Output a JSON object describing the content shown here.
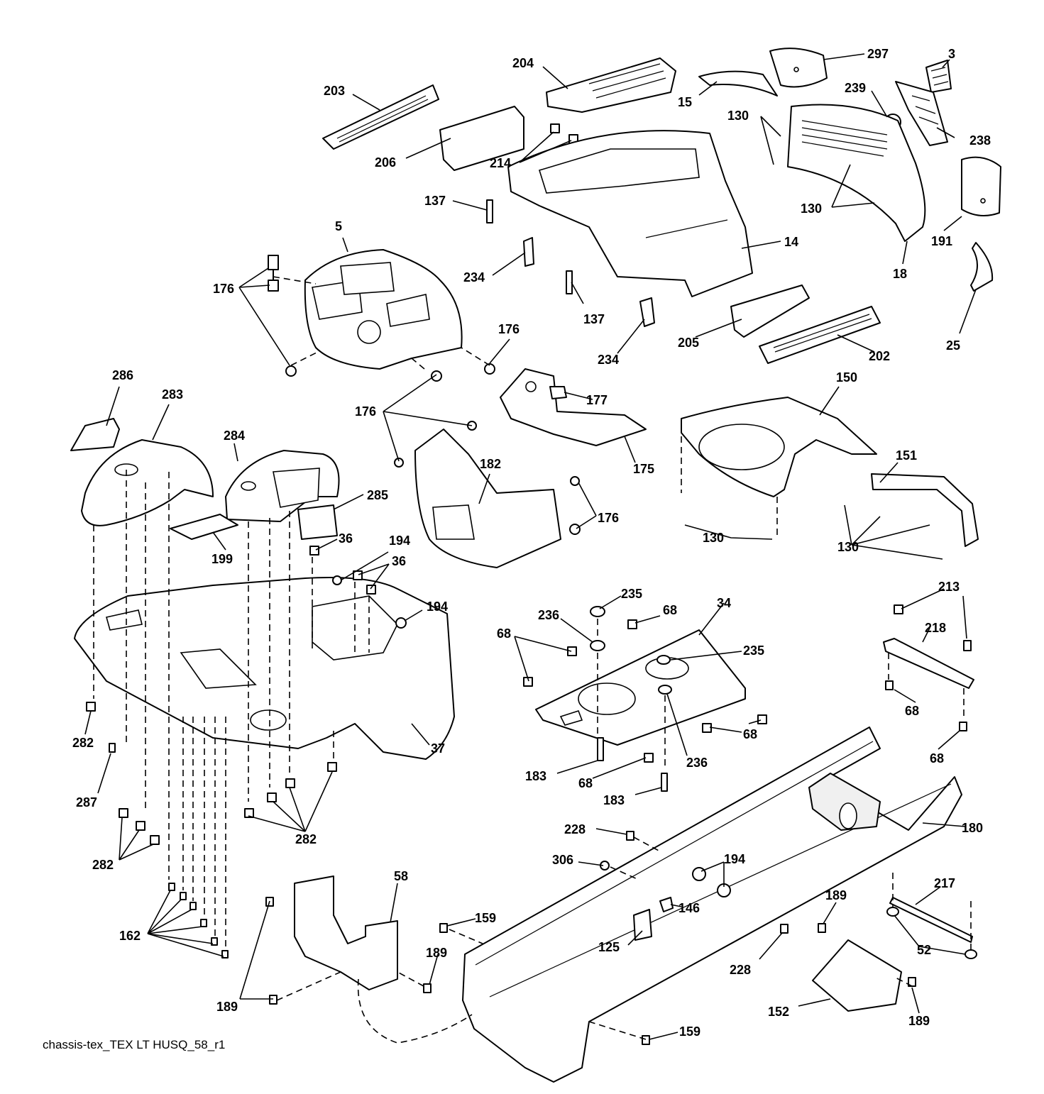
{
  "caption": "chassis-tex_TEX LT HUSQ_58_r1",
  "callouts": [
    {
      "id": "c297",
      "text": "297"
    },
    {
      "id": "c3",
      "text": "3"
    },
    {
      "id": "c204",
      "text": "204"
    },
    {
      "id": "c203",
      "text": "203"
    },
    {
      "id": "c15",
      "text": "15"
    },
    {
      "id": "c239",
      "text": "239"
    },
    {
      "id": "c130a",
      "text": "130"
    },
    {
      "id": "c238",
      "text": "238"
    },
    {
      "id": "c206",
      "text": "206"
    },
    {
      "id": "c214",
      "text": "214"
    },
    {
      "id": "c137a",
      "text": "137"
    },
    {
      "id": "c130b",
      "text": "130"
    },
    {
      "id": "c5",
      "text": "5"
    },
    {
      "id": "c14",
      "text": "14"
    },
    {
      "id": "c191",
      "text": "191"
    },
    {
      "id": "c18",
      "text": "18"
    },
    {
      "id": "c176a",
      "text": "176"
    },
    {
      "id": "c234a",
      "text": "234"
    },
    {
      "id": "c137b",
      "text": "137"
    },
    {
      "id": "c176b",
      "text": "176"
    },
    {
      "id": "c205",
      "text": "205"
    },
    {
      "id": "c202",
      "text": "202"
    },
    {
      "id": "c25",
      "text": "25"
    },
    {
      "id": "c234b",
      "text": "234"
    },
    {
      "id": "c286",
      "text": "286"
    },
    {
      "id": "c283",
      "text": "283"
    },
    {
      "id": "c150",
      "text": "150"
    },
    {
      "id": "c177",
      "text": "177"
    },
    {
      "id": "c176c",
      "text": "176"
    },
    {
      "id": "c284",
      "text": "284"
    },
    {
      "id": "c151",
      "text": "151"
    },
    {
      "id": "c175",
      "text": "175"
    },
    {
      "id": "c182",
      "text": "182"
    },
    {
      "id": "c285",
      "text": "285"
    },
    {
      "id": "c176d",
      "text": "176"
    },
    {
      "id": "c194a",
      "text": "194"
    },
    {
      "id": "c36a",
      "text": "36"
    },
    {
      "id": "c130c",
      "text": "130"
    },
    {
      "id": "c130d",
      "text": "130"
    },
    {
      "id": "c199",
      "text": "199"
    },
    {
      "id": "c36b",
      "text": "36"
    },
    {
      "id": "c213",
      "text": "213"
    },
    {
      "id": "c235a",
      "text": "235"
    },
    {
      "id": "c34",
      "text": "34"
    },
    {
      "id": "c194b",
      "text": "194"
    },
    {
      "id": "c236a",
      "text": "236"
    },
    {
      "id": "c68a",
      "text": "68"
    },
    {
      "id": "c218",
      "text": "218"
    },
    {
      "id": "c68b",
      "text": "68"
    },
    {
      "id": "c235b",
      "text": "235"
    },
    {
      "id": "c68c",
      "text": "68"
    },
    {
      "id": "c68d",
      "text": "68"
    },
    {
      "id": "c282a",
      "text": "282"
    },
    {
      "id": "c37",
      "text": "37"
    },
    {
      "id": "c236b",
      "text": "236"
    },
    {
      "id": "c68e",
      "text": "68"
    },
    {
      "id": "c183a",
      "text": "183"
    },
    {
      "id": "c68f",
      "text": "68"
    },
    {
      "id": "c287",
      "text": "287"
    },
    {
      "id": "c183b",
      "text": "183"
    },
    {
      "id": "c228a",
      "text": "228"
    },
    {
      "id": "c180",
      "text": "180"
    },
    {
      "id": "c282b",
      "text": "282"
    },
    {
      "id": "c282c",
      "text": "282"
    },
    {
      "id": "c306",
      "text": "306"
    },
    {
      "id": "c194c",
      "text": "194"
    },
    {
      "id": "c58",
      "text": "58"
    },
    {
      "id": "c217",
      "text": "217"
    },
    {
      "id": "c189a",
      "text": "189"
    },
    {
      "id": "c146",
      "text": "146"
    },
    {
      "id": "c159a",
      "text": "159"
    },
    {
      "id": "c162",
      "text": "162"
    },
    {
      "id": "c189b",
      "text": "189"
    },
    {
      "id": "c125",
      "text": "125"
    },
    {
      "id": "c52",
      "text": "52"
    },
    {
      "id": "c228b",
      "text": "228"
    },
    {
      "id": "c189c",
      "text": "189"
    },
    {
      "id": "c152",
      "text": "152"
    },
    {
      "id": "c189d",
      "text": "189"
    },
    {
      "id": "c159b",
      "text": "159"
    }
  ]
}
